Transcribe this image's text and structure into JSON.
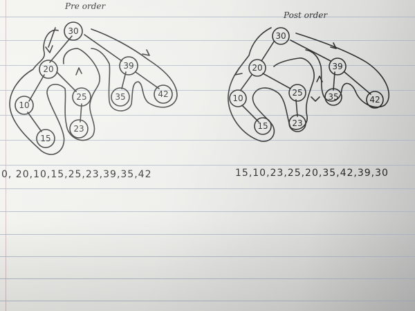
{
  "preorder": {
    "title": "Pre order",
    "sequence": "0, 20,10,15,25,23,39,35,42",
    "nodes": [
      {
        "id": "pre-node-30",
        "label": "30"
      },
      {
        "id": "pre-node-20",
        "label": "20"
      },
      {
        "id": "pre-node-39",
        "label": "39"
      },
      {
        "id": "pre-node-10",
        "label": "10"
      },
      {
        "id": "pre-node-25",
        "label": "25"
      },
      {
        "id": "pre-node-35",
        "label": "35"
      },
      {
        "id": "pre-node-42",
        "label": "42"
      },
      {
        "id": "pre-node-15",
        "label": "15"
      },
      {
        "id": "pre-node-23",
        "label": "23"
      }
    ]
  },
  "postorder": {
    "title": "Post order",
    "sequence": "15,10,23,25,20,35,42,39,30",
    "nodes": [
      {
        "id": "post-node-30",
        "label": "30"
      },
      {
        "id": "post-node-20",
        "label": "20"
      },
      {
        "id": "post-node-39",
        "label": "39"
      },
      {
        "id": "post-node-10",
        "label": "10"
      },
      {
        "id": "post-node-25",
        "label": "25"
      },
      {
        "id": "post-node-35",
        "label": "35"
      },
      {
        "id": "post-node-42",
        "label": "42"
      },
      {
        "id": "post-node-15",
        "label": "15"
      },
      {
        "id": "post-node-23",
        "label": "23"
      }
    ]
  }
}
